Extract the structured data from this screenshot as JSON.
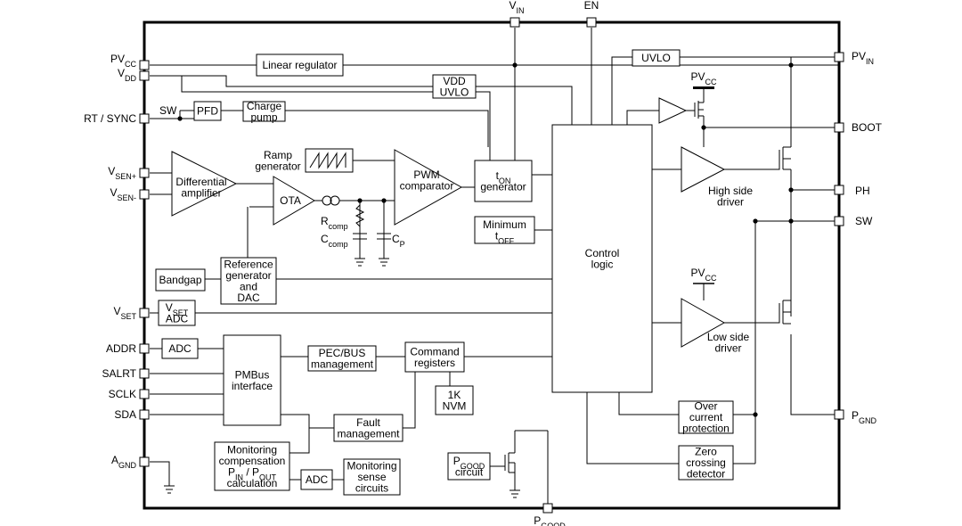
{
  "pins_left": {
    "pvcc": [
      "PV",
      "CC"
    ],
    "vdd": [
      "V",
      "DD"
    ],
    "rt_sync": [
      "RT / SYNC",
      ""
    ],
    "vsen_p": [
      "V",
      "SEN+"
    ],
    "vsen_m": [
      "V",
      "SEN-"
    ],
    "vset": [
      "V",
      "SET"
    ],
    "addr": [
      "ADDR",
      ""
    ],
    "salrt": [
      "SALRT",
      ""
    ],
    "sclk": [
      "SCLK",
      ""
    ],
    "sda": [
      "SDA",
      ""
    ],
    "agnd": [
      "A",
      "GND"
    ]
  },
  "pins_right": {
    "pvin": [
      "PV",
      "IN"
    ],
    "boot": [
      "BOOT",
      ""
    ],
    "ph": [
      "PH",
      ""
    ],
    "sw": [
      "SW",
      ""
    ],
    "pgnd": [
      "P",
      "GND"
    ]
  },
  "pins_top": {
    "vin": [
      "V",
      "IN"
    ],
    "en": [
      "EN",
      ""
    ]
  },
  "pins_bottom": {
    "pgood": [
      "P",
      "GOOD"
    ]
  },
  "blocks": {
    "linear_regulator": [
      "Linear regulator"
    ],
    "vdd_uvlo": [
      "VDD",
      "UVLO"
    ],
    "pfd": [
      "PFD"
    ],
    "charge_pump": [
      "Charge",
      "pump"
    ],
    "ramp_generator": [
      "Ramp",
      "generator"
    ],
    "diff_amp": [
      "Differential",
      "amplifier"
    ],
    "ota": [
      "OTA"
    ],
    "pwm_comparator": [
      "PWM",
      "comparator"
    ],
    "ton_generator": [
      [
        "t",
        "ON"
      ],
      "generator"
    ],
    "minimum_toff": [
      "Minimum",
      [
        "t",
        "OFF"
      ]
    ],
    "control_logic": [
      "Control",
      "logic"
    ],
    "uvlo": [
      "UVLO"
    ],
    "high_side_driver": [
      "High side",
      "driver"
    ],
    "low_side_driver": [
      "Low side",
      "driver"
    ],
    "bandgap": [
      "Bandgap"
    ],
    "reference_dac": [
      "Reference",
      "generator",
      "and",
      "DAC"
    ],
    "vset_adc": [
      [
        "V",
        "SET"
      ],
      "ADC"
    ],
    "adc_addr": [
      "ADC"
    ],
    "pmbus": [
      "PMBus",
      "interface"
    ],
    "pec_bus": [
      "PEC/BUS",
      "management"
    ],
    "command_registers": [
      "Command",
      "registers"
    ],
    "nvm": [
      "1K",
      "NVM"
    ],
    "fault_management": [
      "Fault",
      "management"
    ],
    "monitoring_comp": [
      "Monitoring",
      "compensation",
      [
        "P",
        "IN",
        " / P",
        "OUT"
      ],
      "calculation"
    ],
    "adc_monitor": [
      "ADC"
    ],
    "monitoring_sense": [
      "Monitoring",
      "sense",
      "circuits"
    ],
    "pgood_circuit": [
      [
        "P",
        "GOOD"
      ],
      "circuit"
    ],
    "over_current": [
      "Over",
      "current",
      "protection"
    ],
    "zero_crossing": [
      "Zero",
      "crossing",
      "detector"
    ]
  },
  "labels": {
    "sw_label": "SW",
    "rcomp": [
      "R",
      "comp"
    ],
    "ccomp": [
      "C",
      "comp"
    ],
    "cp": [
      "C",
      "P"
    ],
    "pvcc_top": [
      "PV",
      "CC"
    ],
    "pvcc_mid": [
      "PV",
      "CC"
    ]
  }
}
